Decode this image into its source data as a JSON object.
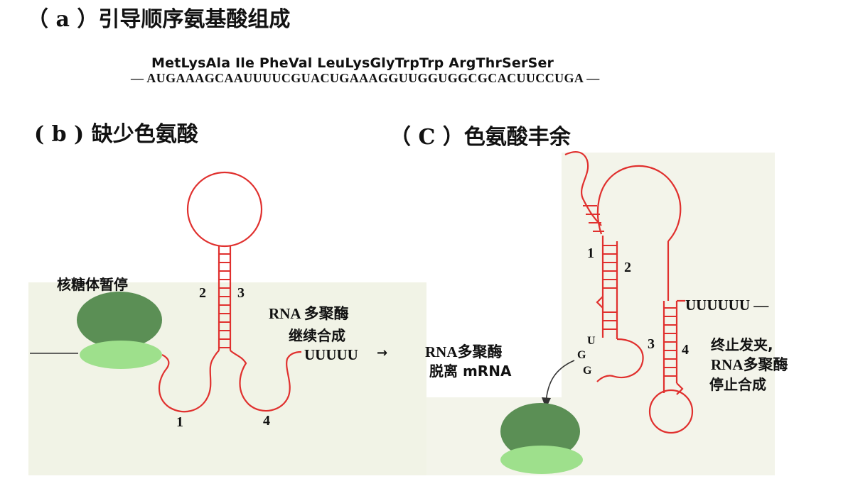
{
  "section_a": {
    "title": "（ a ）引导顺序氨基酸组成",
    "amino_acids": "MetLysAla Ile PheVal LeuLysGlyTrpTrp ArgThrSerSer",
    "mrna": "— AUGAAAGCAAUUUUCGUACUGAAAGGUUGGUGGCGCACUUCCUGA —"
  },
  "section_b": {
    "title": "( b ) 缺少色氨酸",
    "ribosome_label": "核糖体暂停",
    "rnap_label_line1": "RNA 多聚酶",
    "rnap_label_line2": "继续合成",
    "u_tail": "UUUUU",
    "arrow": "→",
    "region_numbers": [
      "1",
      "2",
      "3",
      "4"
    ]
  },
  "section_c": {
    "title": "（ C ）色氨酸丰余",
    "rnap_release_line1": "RNA多聚酶",
    "rnap_release_line2": "脱离 mRNA",
    "u_tail": "UUUUUU —",
    "terminator_line1": "终止发夹,",
    "terminator_line2": "RNA多聚酶",
    "terminator_line3": "停止合成",
    "codon_letters": [
      "U",
      "G",
      "G"
    ],
    "region_numbers": [
      "1",
      "2",
      "3",
      "4"
    ]
  },
  "colors": {
    "rna_strand": "#e0302e",
    "ribosome_large": "#5b8f55",
    "ribosome_small": "#9ee08c",
    "paper_tint": "#f1f3e6"
  }
}
